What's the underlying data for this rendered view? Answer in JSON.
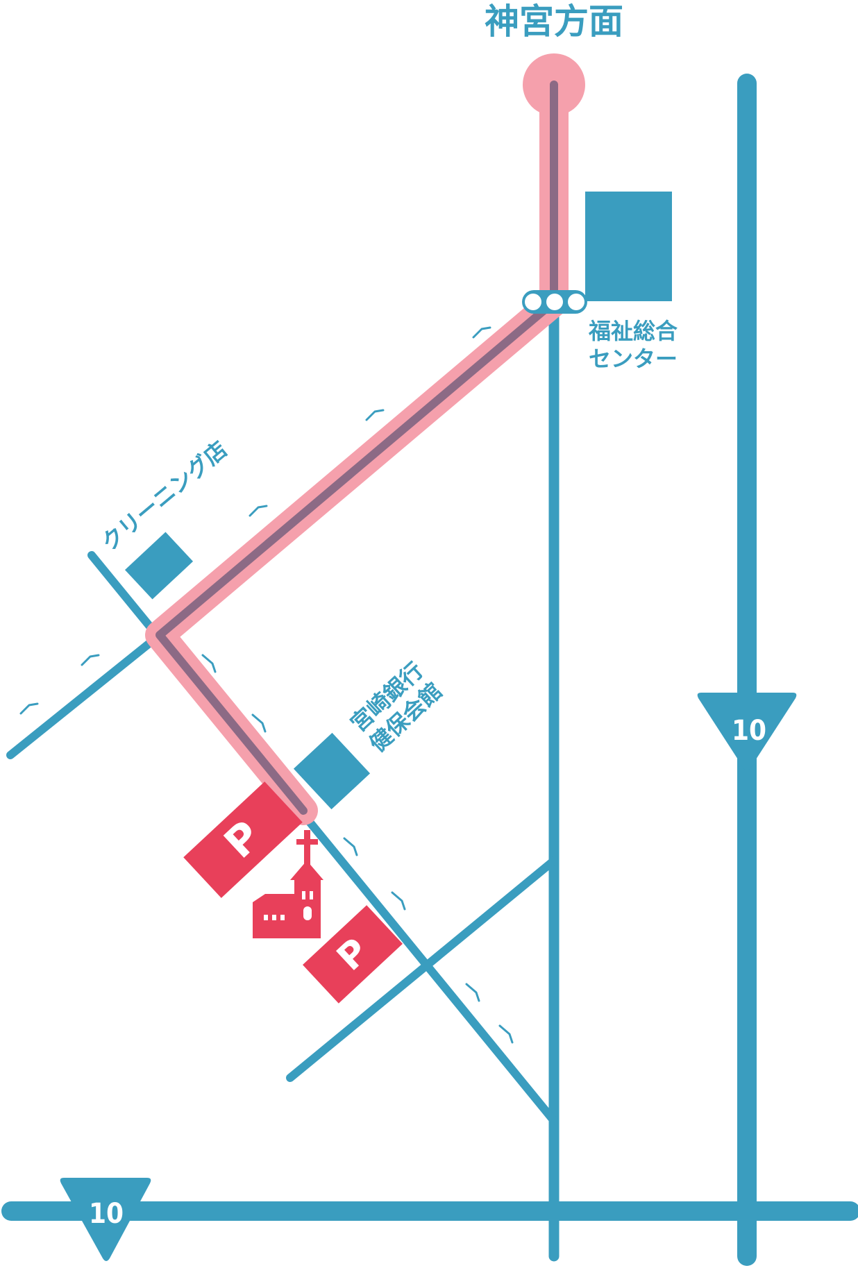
{
  "colors": {
    "road": "#3a9dbf",
    "route": "#f5a0ac",
    "route_core": "#8c6a85",
    "accent": "#e8405a",
    "text": "#3a9dbf",
    "white": "#ffffff"
  },
  "labels": {
    "direction": "神宮方面",
    "welfare_center": [
      "福祉総合",
      "センター"
    ],
    "cleaning_shop": "クリーニング店",
    "bank_hall": [
      "宮崎銀行",
      "健保会館"
    ]
  },
  "route_shields": [
    {
      "number": "10"
    },
    {
      "number": "10"
    }
  ],
  "parking": [
    {
      "label": "P"
    },
    {
      "label": "P"
    }
  ],
  "icons": {
    "church": "church-icon",
    "traffic_light": "traffic-light-icon",
    "parking": "parking-icon",
    "route_shield": "route-shield-icon"
  }
}
